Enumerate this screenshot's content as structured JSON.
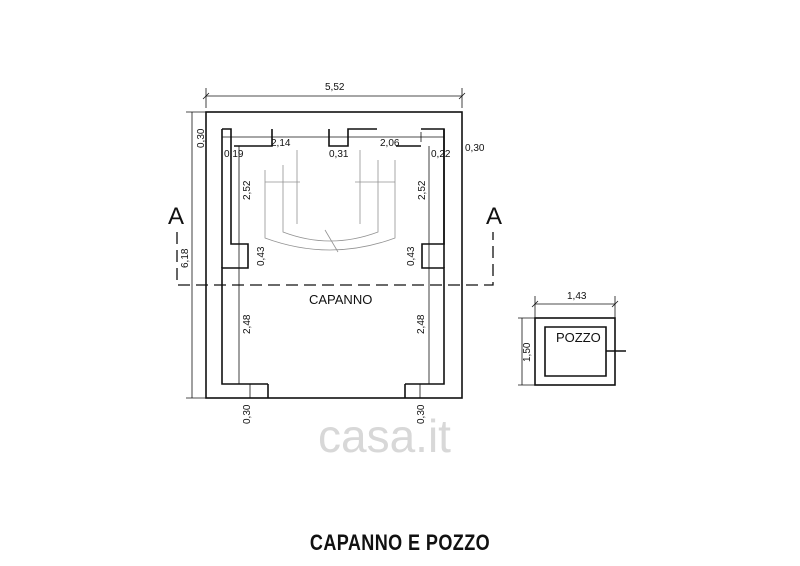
{
  "title": "CAPANNO E POZZO",
  "rooms": {
    "capanno": "CAPANNO",
    "pozzo": "POZZO"
  },
  "section_marks": {
    "left": "A",
    "right": "A"
  },
  "watermark": "casa.it",
  "dimensions": {
    "total_width": "5,52",
    "total_height": "6,18",
    "wall_top_left": "0,30",
    "wall_top_right": "0,30",
    "pier_left": "0,19",
    "bay_left_width": "2,14",
    "pier_center": "0,31",
    "bay_right_width": "2,06",
    "pier_right": "0,22",
    "bay_left_height": "2,52",
    "bay_right_height": "2,52",
    "opening_left": "0,43",
    "opening_right": "0,43",
    "lower_left_height": "2,48",
    "lower_right_height": "2,48",
    "wall_bottom_left": "0,30",
    "wall_bottom_right": "0,30",
    "pozzo_width": "1,43",
    "pozzo_height": "1,50"
  },
  "colors": {
    "line": "#111111",
    "watermark": "#d8d8d8"
  }
}
